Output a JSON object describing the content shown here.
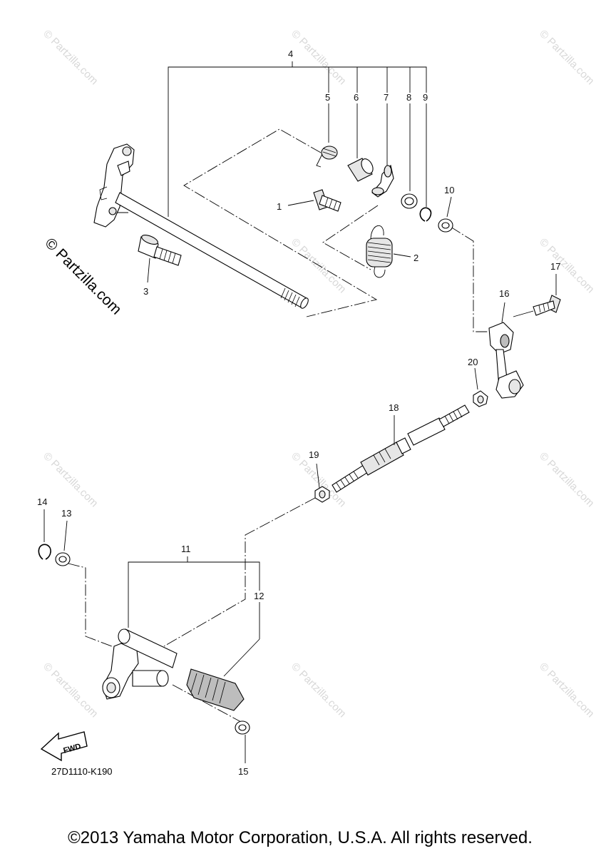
{
  "callouts": [
    "1",
    "2",
    "3",
    "4",
    "5",
    "6",
    "7",
    "8",
    "9",
    "10",
    "11",
    "12",
    "13",
    "14",
    "15",
    "16",
    "17",
    "18",
    "19",
    "20"
  ],
  "fwd_label": "FWD",
  "diagram_code": "27D1110-K190",
  "side_watermark": "© Partzilla.com",
  "watermark": "© Partzilla.com",
  "copyright": "©2013 Yamaha Motor Corporation, U.S.A. All rights reserved."
}
